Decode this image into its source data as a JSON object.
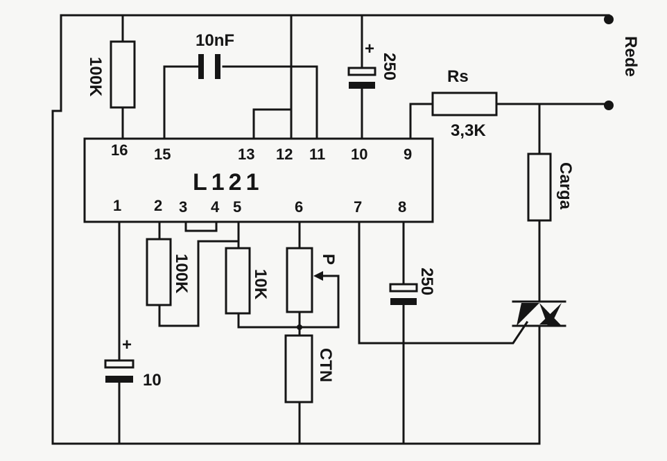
{
  "ic": {
    "name": "L121",
    "pins_top": [
      "16",
      "15",
      "13",
      "12",
      "11",
      "10",
      "9"
    ],
    "pins_bottom": [
      "1",
      "2",
      "3",
      "4",
      "5",
      "6",
      "7",
      "8"
    ]
  },
  "components": {
    "cap_10nf": "10nF",
    "res_top": "100K",
    "cap_top_elec": "250",
    "cap_top_plus": "+",
    "rs_name": "Rs",
    "rs_value": "3,3K",
    "load": "Carga",
    "mains": "Rede",
    "res_pin2": "100K",
    "res_pin5": "10K",
    "pot": "P",
    "ntc": "CTN",
    "cap_pin8": "250",
    "cap_pin1": "10",
    "cap_pin1_plus": "+"
  }
}
